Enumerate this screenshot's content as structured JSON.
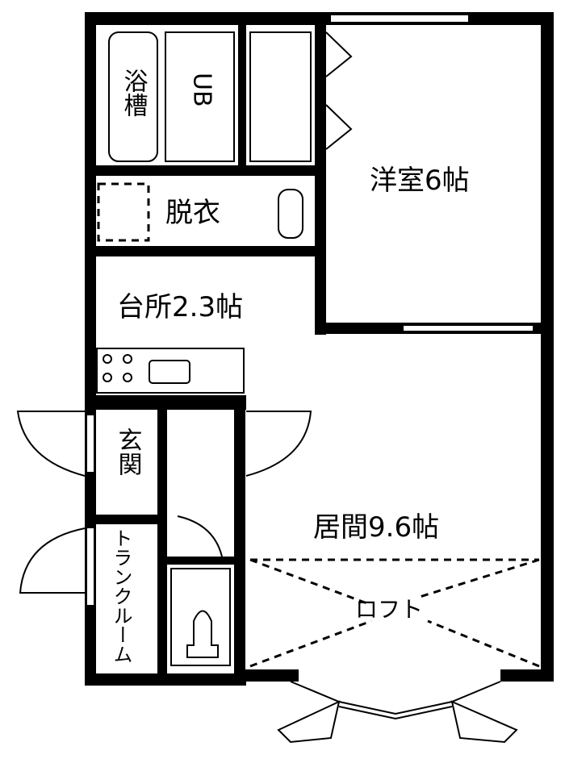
{
  "rooms": {
    "bathtub": "浴槽",
    "unit_bath": "UB",
    "dressing": "脱衣",
    "western_room": "洋室6帖",
    "kitchen": "台所2.3帖",
    "entrance": "玄関",
    "living": "居間9.6帖",
    "trunk_room": "トランクルーム",
    "loft": "ロフト"
  },
  "colors": {
    "wall": "#000000",
    "background": "#ffffff"
  }
}
